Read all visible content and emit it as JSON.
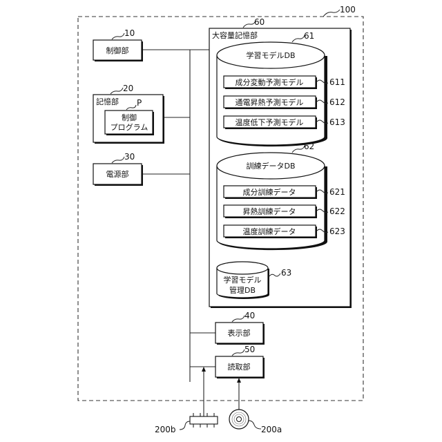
{
  "diagram": {
    "outer": {
      "ref": "100"
    },
    "control": {
      "ref": "10",
      "label": "制御部"
    },
    "memory": {
      "ref": "20",
      "label": "記憶部",
      "program": {
        "ref": "P",
        "label_line1": "制御",
        "label_line2": "プログラム"
      }
    },
    "power": {
      "ref": "30",
      "label": "電源部"
    },
    "display": {
      "ref": "40",
      "label": "表示部"
    },
    "reader": {
      "ref": "50",
      "label": "読取部"
    },
    "storage": {
      "ref": "60",
      "label": "大容量記憶部",
      "model_db": {
        "ref": "61",
        "label": "学習モデルDB",
        "items": [
          {
            "ref": "611",
            "label": "成分変動予測モデル"
          },
          {
            "ref": "612",
            "label": "通電昇熱予測モデル"
          },
          {
            "ref": "613",
            "label": "温度低下予測モデル"
          }
        ]
      },
      "training_db": {
        "ref": "62",
        "label": "訓練データDB",
        "items": [
          {
            "ref": "621",
            "label": "成分訓練データ"
          },
          {
            "ref": "622",
            "label": "昇熱訓練データ"
          },
          {
            "ref": "623",
            "label": "温度訓練データ"
          }
        ]
      },
      "mgmt_db": {
        "ref": "63",
        "label_line1": "学習モデル",
        "label_line2": "管理DB"
      }
    },
    "external": {
      "disk": {
        "ref": "200a"
      },
      "chip": {
        "ref": "200b"
      }
    }
  }
}
